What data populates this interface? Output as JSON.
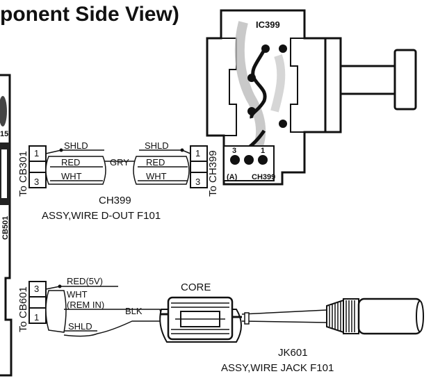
{
  "title": "ponent Side View)",
  "pcb": {
    "ic_label": "IC399",
    "connector_pins": [
      "3",
      "1"
    ],
    "connector_marker": "(A)",
    "connector_label": "CH399",
    "left_board_labels": [
      "CB501",
      "15"
    ]
  },
  "cable_top": {
    "left_connector": {
      "label": "To CB301",
      "pin_top": "1",
      "pin_bottom": "3"
    },
    "right_connector": {
      "label": "To CH399",
      "pin_top": "1",
      "pin_bottom": "3"
    },
    "left_wires": [
      "SHLD",
      "RED",
      "WHT"
    ],
    "right_wires": [
      "SHLD",
      "RED",
      "WHT"
    ],
    "middle_wire": "GRY",
    "part_number": "CH399",
    "assembly_name": "ASSY,WIRE D-OUT F101"
  },
  "cable_bottom": {
    "left_connector": {
      "label": "To CB601",
      "pin_top": "3",
      "pin_bottom": "1"
    },
    "wire_red": "RED(5V)",
    "wire_wht_line1": "WHT",
    "wire_wht_line2": "(REM IN)",
    "wire_shld": "SHLD",
    "wire_blk": "BLK",
    "core_label": "CORE",
    "part_number": "JK601",
    "assembly_name": "ASSY,WIRE JACK F101"
  }
}
